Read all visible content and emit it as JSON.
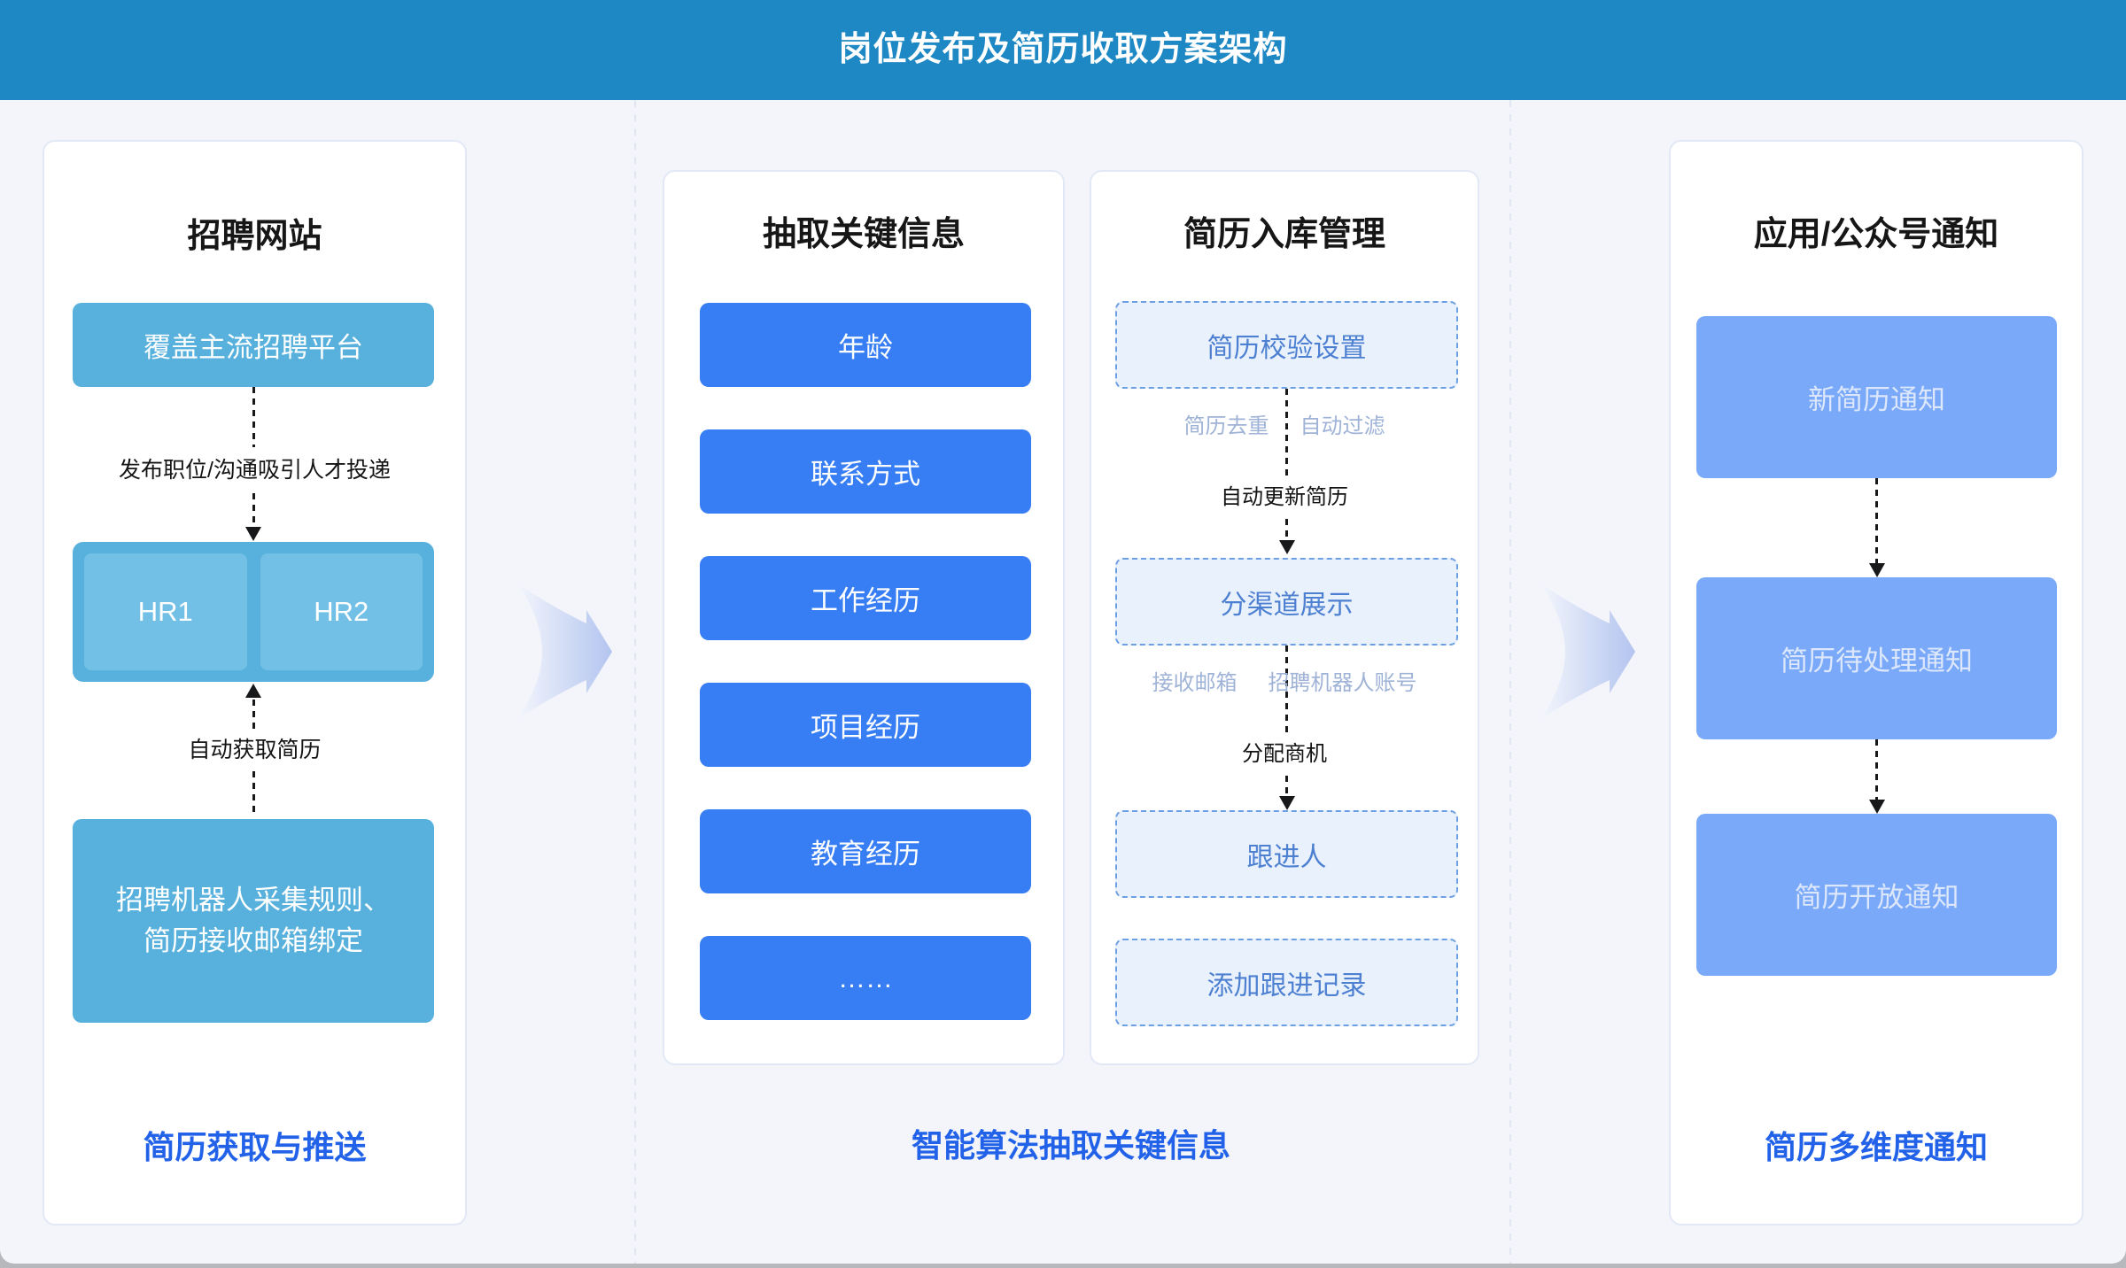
{
  "header": {
    "title": "岗位发布及简历收取方案架构"
  },
  "colors": {
    "header_bg": "#1d88c3",
    "page_bg": "#f3f5fa",
    "cyan_box": "#57b1dc",
    "cyan_box_inner": "#72c0e5",
    "blue_box": "#377ef4",
    "soft_blue_box": "#79a9f8",
    "dashed_box_bg": "#e9f1fd",
    "dashed_box_border": "#6d9fe3",
    "dashed_box_text": "#4d80d1",
    "muted_tag_text": "#9fb3d7",
    "accent_footer_text": "#2262e9",
    "connector": "#17181a"
  },
  "panel_recruit": {
    "title": "招聘网站",
    "platform_box": "覆盖主流招聘平台",
    "publish_label": "发布职位/沟通吸引人才投递",
    "hr_boxes": [
      "HR1",
      "HR2"
    ],
    "auto_fetch_label": "自动获取简历",
    "robot_box_line1": "招聘机器人采集规则、",
    "robot_box_line2": "简历接收邮箱绑定",
    "footer": "简历获取与推送"
  },
  "panel_extract": {
    "title": "抽取关键信息",
    "items": [
      "年龄",
      "联系方式",
      "工作经历",
      "项目经历",
      "教育经历",
      "……"
    ]
  },
  "panel_storage": {
    "title": "简历入库管理",
    "check_box": "简历校验设置",
    "dedupe_tag": "简历去重",
    "filter_tag": "自动过滤",
    "update_label": "自动更新简历",
    "channel_box": "分渠道展示",
    "mailbox_tag": "接收邮箱",
    "robot_account_tag": "招聘机器人账号",
    "assign_label": "分配商机",
    "follower_box": "跟进人",
    "record_box": "添加跟进记录"
  },
  "panel_notify": {
    "title": "应用/公众号通知",
    "items": [
      "新简历通知",
      "简历待处理通知",
      "简历开放通知"
    ],
    "footer": "简历多维度通知"
  },
  "mid_footer": "智能算法抽取关键信息"
}
